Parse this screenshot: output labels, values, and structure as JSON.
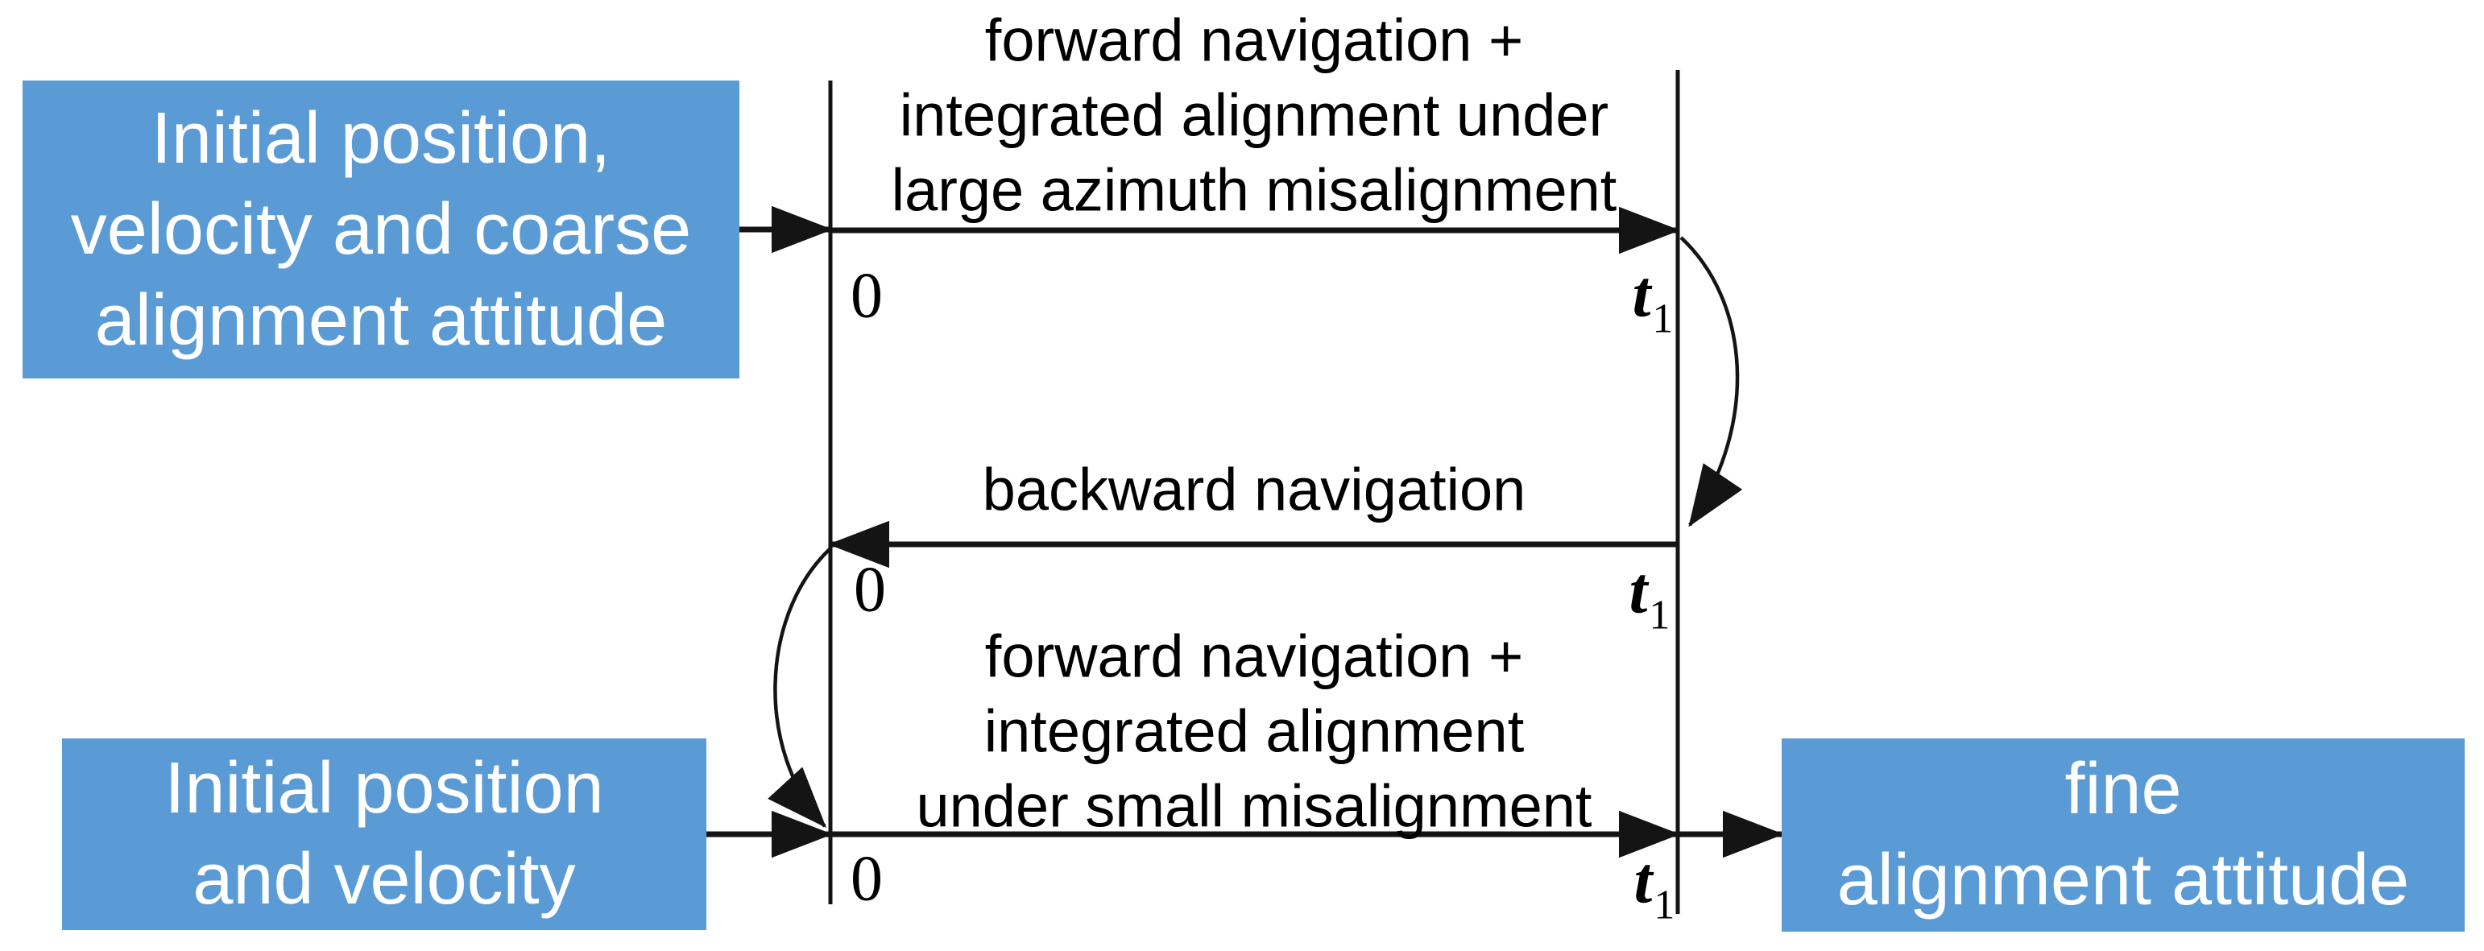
{
  "boxes": {
    "initial_coarse": {
      "line1": "Initial position,",
      "line2": "velocity and coarse",
      "line3": "alignment attitude"
    },
    "initial_pv": {
      "line1": "Initial position",
      "line2": "and velocity"
    },
    "fine": {
      "line1": "fine",
      "line2": "alignment attitude"
    }
  },
  "process_labels": {
    "top": {
      "line1": "forward navigation +",
      "line2": "integrated alignment under",
      "line3": "large azimuth misalignment"
    },
    "middle": "backward navigation",
    "bottom": {
      "line1": "forward navigation +",
      "line2": "integrated alignment",
      "line3": "under small misalignment"
    }
  },
  "axis": {
    "zero": "0",
    "t_base": "t",
    "t_sub": "1"
  },
  "colors": {
    "box_fill": "#5b9bd5",
    "box_text": "#ffffff",
    "line_color": "#141414",
    "label_color": "#000000",
    "background": "#ffffff"
  }
}
